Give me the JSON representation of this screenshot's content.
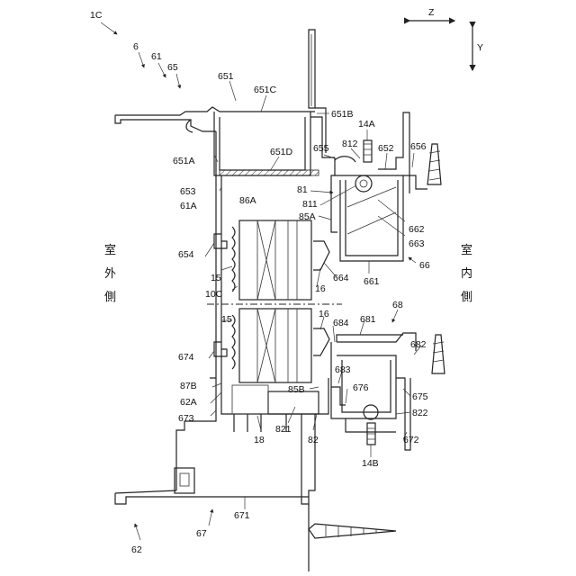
{
  "figure_id": "1C",
  "axes": {
    "horizontal": "Z",
    "vertical": "Y"
  },
  "side_labels": {
    "outdoor": [
      "室",
      "外",
      "側"
    ],
    "indoor": [
      "室",
      "内",
      "側"
    ]
  },
  "labels": {
    "l6": "6",
    "l61": "61",
    "l65": "65",
    "l651": "651",
    "l651C": "651C",
    "l651B": "651B",
    "l14A": "14A",
    "l651A": "651A",
    "l651D": "651D",
    "l655": "655",
    "l812": "812",
    "l652": "652",
    "l656": "656",
    "l653": "653",
    "l81": "81",
    "l61A": "61A",
    "l86A": "86A",
    "l811": "811",
    "l85A": "85A",
    "l662": "662",
    "l663": "663",
    "l654": "654",
    "l664": "664",
    "l661": "661",
    "l66": "66",
    "l15a": "15",
    "l10C": "10C",
    "l16a": "16",
    "l15b": "15",
    "l16b": "16",
    "l684": "684",
    "l681": "681",
    "l68": "68",
    "l674": "674",
    "l682": "682",
    "l87B": "87B",
    "l85B": "85B",
    "l683": "683",
    "l62A": "62A",
    "l676": "676",
    "l675": "675",
    "l673": "673",
    "l822": "822",
    "l821": "821",
    "l18": "18",
    "l82": "82",
    "l672": "672",
    "l14B": "14B",
    "l671": "671",
    "l67": "67",
    "l62": "62"
  }
}
